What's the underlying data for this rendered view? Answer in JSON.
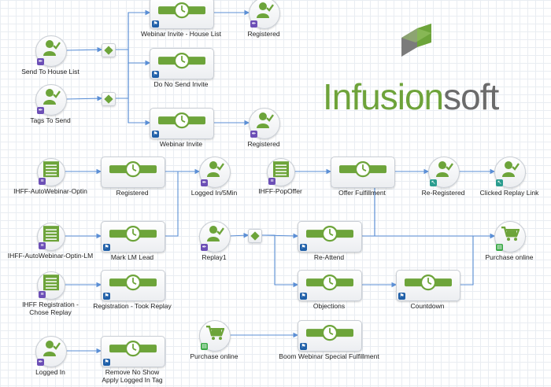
{
  "logo": {
    "text_left": "Infusion",
    "text_right": "soft",
    "mark_icon": "infusionsoft-logo-mark-icon"
  },
  "colors": {
    "accent_green": "#6da43a",
    "flag_blue": "#1f5fa8",
    "tag_purple": "#6c4fb6",
    "cart_green": "#39a845",
    "cursor_teal": "#2a9d8f",
    "wire_blue": "#5b8fd6"
  },
  "nodes": [
    {
      "id": "send_to_house_list",
      "kind": "goal-tag",
      "icon": "person-tag-icon",
      "badge": "tag",
      "label": "Send To House List"
    },
    {
      "id": "tags_to_send",
      "kind": "goal-tag",
      "icon": "person-tag-icon",
      "badge": "tag",
      "label": "Tags To Send"
    },
    {
      "id": "webinar_invite_house",
      "kind": "sequence",
      "icon": "sequence-timer-icon",
      "badge": "flag",
      "label": "Webinar Invite - House List"
    },
    {
      "id": "registered_1",
      "kind": "goal",
      "icon": "person-check-icon",
      "badge": "tag",
      "label": "Registered"
    },
    {
      "id": "do_no_send",
      "kind": "sequence",
      "icon": "sequence-timer-icon",
      "badge": "flag",
      "label": "Do No Send Invite"
    },
    {
      "id": "webinar_invite",
      "kind": "sequence",
      "icon": "sequence-timer-icon",
      "badge": "flag",
      "label": "Webinar Invite"
    },
    {
      "id": "registered_2",
      "kind": "goal",
      "icon": "person-check-icon",
      "badge": "tag",
      "label": "Registered"
    },
    {
      "id": "ihff_autowebinar_optin",
      "kind": "form",
      "icon": "web-form-icon",
      "badge": "form",
      "label": "IHFF-AutoWebinar-Optin"
    },
    {
      "id": "registered_3",
      "kind": "sequence",
      "icon": "sequence-timer-icon",
      "badge": "none",
      "label": "Registered"
    },
    {
      "id": "logged_in_5min",
      "kind": "goal",
      "icon": "person-check-icon",
      "badge": "tag",
      "label": "Logged In/5Min"
    },
    {
      "id": "ihff_popoffer",
      "kind": "form",
      "icon": "web-form-icon",
      "badge": "form",
      "label": "IHFF-PopOffer"
    },
    {
      "id": "offer_fulfillment",
      "kind": "sequence",
      "icon": "sequence-timer-icon",
      "badge": "none",
      "label": "Offer Fulfillment"
    },
    {
      "id": "re_registered",
      "kind": "goal",
      "icon": "person-check-icon",
      "badge": "cursor",
      "label": "Re-Registered"
    },
    {
      "id": "clicked_replay_link",
      "kind": "goal",
      "icon": "person-check-icon",
      "badge": "cursor",
      "label": "Clicked Replay Link"
    },
    {
      "id": "ihff_autowebinar_optin_lm",
      "kind": "form",
      "icon": "web-form-icon",
      "badge": "form",
      "label": "IHFF-AutoWebinar-Optin-LM"
    },
    {
      "id": "mark_lm_lead",
      "kind": "sequence",
      "icon": "sequence-timer-icon",
      "badge": "flag",
      "label": "Mark LM Lead"
    },
    {
      "id": "replay1",
      "kind": "goal",
      "icon": "person-check-icon",
      "badge": "tag",
      "label": "Replay1"
    },
    {
      "id": "re_attend",
      "kind": "sequence",
      "icon": "sequence-timer-icon",
      "badge": "flag",
      "label": "Re-Attend"
    },
    {
      "id": "purchase_online_1",
      "kind": "purchase",
      "icon": "shopping-cart-icon",
      "badge": "cart",
      "label": "Purchase online"
    },
    {
      "id": "ihff_registration",
      "kind": "form",
      "icon": "web-form-icon",
      "badge": "form",
      "label": "IHFF Registration -",
      "label2": "Chose Replay"
    },
    {
      "id": "registration_took_replay",
      "kind": "sequence",
      "icon": "sequence-timer-icon",
      "badge": "flag",
      "label": "Registration - Took Replay"
    },
    {
      "id": "objections",
      "kind": "sequence",
      "icon": "sequence-timer-icon",
      "badge": "flag",
      "label": "Objections"
    },
    {
      "id": "countdown",
      "kind": "sequence",
      "icon": "sequence-timer-icon",
      "badge": "flag",
      "label": "Countdown"
    },
    {
      "id": "logged_in",
      "kind": "goal",
      "icon": "person-check-icon",
      "badge": "tag",
      "label": "Logged In"
    },
    {
      "id": "remove_no_show",
      "kind": "sequence",
      "icon": "sequence-timer-icon",
      "badge": "flag",
      "label": "Remove No Show",
      "label2": "Apply Logged In Tag"
    },
    {
      "id": "purchase_online_2",
      "kind": "purchase",
      "icon": "shopping-cart-icon",
      "badge": "cart",
      "label": "Purchase online"
    },
    {
      "id": "boom_webinar",
      "kind": "sequence",
      "icon": "sequence-timer-icon",
      "badge": "flag",
      "label": "Boom Webinar Special Fulfillment"
    },
    {
      "id": "decision_1",
      "kind": "decision",
      "icon": "decision-diamond-icon",
      "label": ""
    },
    {
      "id": "decision_2",
      "kind": "decision",
      "icon": "decision-diamond-icon",
      "label": ""
    },
    {
      "id": "decision_3",
      "kind": "decision",
      "icon": "decision-diamond-icon",
      "label": ""
    }
  ],
  "edges": [
    [
      "send_to_house_list",
      "decision_1"
    ],
    [
      "tags_to_send",
      "decision_2"
    ],
    [
      "decision_1",
      "webinar_invite_house"
    ],
    [
      "decision_1",
      "do_no_send"
    ],
    [
      "decision_1",
      "webinar_invite"
    ],
    [
      "decision_2",
      "webinar_invite_house"
    ],
    [
      "decision_2",
      "do_no_send"
    ],
    [
      "decision_2",
      "webinar_invite"
    ],
    [
      "webinar_invite_house",
      "registered_1"
    ],
    [
      "webinar_invite",
      "registered_2"
    ],
    [
      "ihff_autowebinar_optin",
      "registered_3"
    ],
    [
      "ihff_autowebinar_optin_lm",
      "mark_lm_lead"
    ],
    [
      "logged_in_5min",
      "registered_3"
    ],
    [
      "mark_lm_lead",
      "logged_in_5min"
    ],
    [
      "ihff_popoffer",
      "offer_fulfillment"
    ],
    [
      "replay1",
      "decision_3"
    ],
    [
      "decision_3",
      "re_attend"
    ],
    [
      "decision_3",
      "objections"
    ],
    [
      "re_attend",
      "re_registered"
    ],
    [
      "re_attend",
      "clicked_replay_link"
    ],
    [
      "re_attend",
      "purchase_online_1"
    ],
    [
      "objections",
      "countdown"
    ],
    [
      "countdown",
      "purchase_online_1"
    ],
    [
      "ihff_registration",
      "registration_took_replay"
    ],
    [
      "logged_in",
      "remove_no_show"
    ],
    [
      "purchase_online_2",
      "boom_webinar"
    ]
  ]
}
